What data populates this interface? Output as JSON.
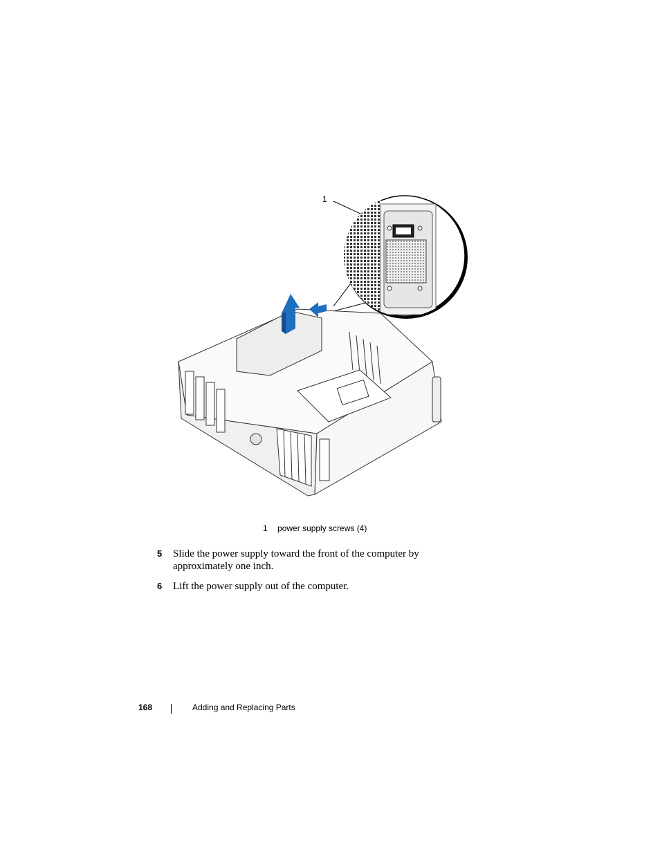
{
  "figure": {
    "callout_number": "1",
    "caption_number": "1",
    "caption_text": "power supply screws (4)"
  },
  "steps": [
    {
      "number": "5",
      "text": "Slide the power supply toward the front of the computer by approximately one inch."
    },
    {
      "number": "6",
      "text": "Lift the power supply out of the computer."
    }
  ],
  "footer": {
    "page_number": "168",
    "chapter_title": "Adding and Replacing Parts"
  },
  "colors": {
    "arrow_blue": "#1f6fc1",
    "line": "#000000"
  }
}
